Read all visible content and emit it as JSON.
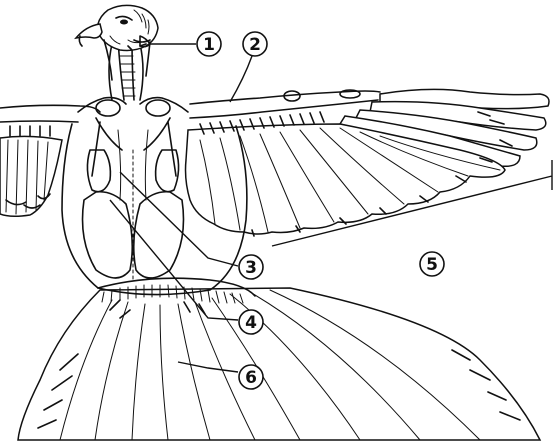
{
  "diagram": {
    "callouts": [
      {
        "id": "1",
        "label": "1"
      },
      {
        "id": "2",
        "label": "2"
      },
      {
        "id": "3",
        "label": "3"
      },
      {
        "id": "4",
        "label": "4"
      },
      {
        "id": "5",
        "label": "5"
      },
      {
        "id": "6",
        "label": "6"
      }
    ]
  }
}
